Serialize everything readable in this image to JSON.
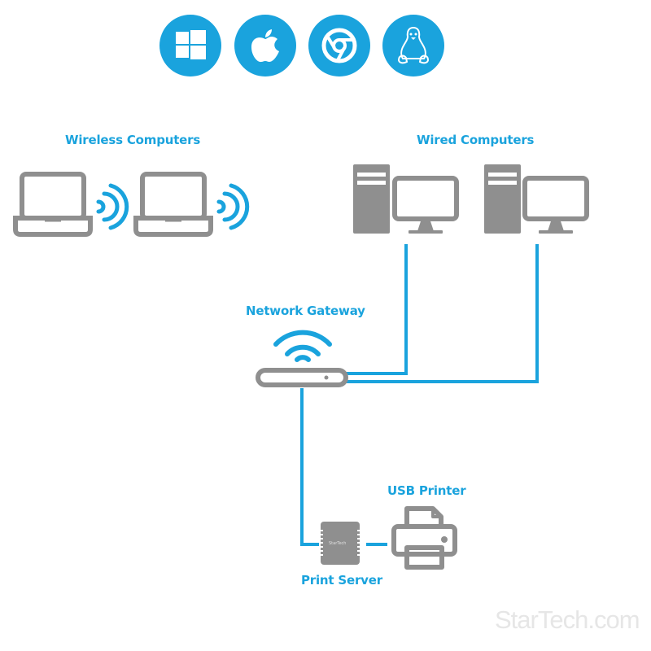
{
  "os_icons": [
    {
      "name": "windows",
      "icon": "windows-icon"
    },
    {
      "name": "apple",
      "icon": "apple-icon"
    },
    {
      "name": "chrome",
      "icon": "chrome-icon"
    },
    {
      "name": "linux",
      "icon": "linux-tux-icon"
    }
  ],
  "labels": {
    "wireless": "Wireless Computers",
    "wired": "Wired Computers",
    "gateway": "Network Gateway",
    "usb_printer": "USB Printer",
    "print_server": "Print Server",
    "device_brand": "StarTech"
  },
  "watermark": "StarTech.com",
  "colors": {
    "accent": "#1aa3dd",
    "device_gray": "#8f8f8f",
    "watermark": "#e6e6e6"
  }
}
